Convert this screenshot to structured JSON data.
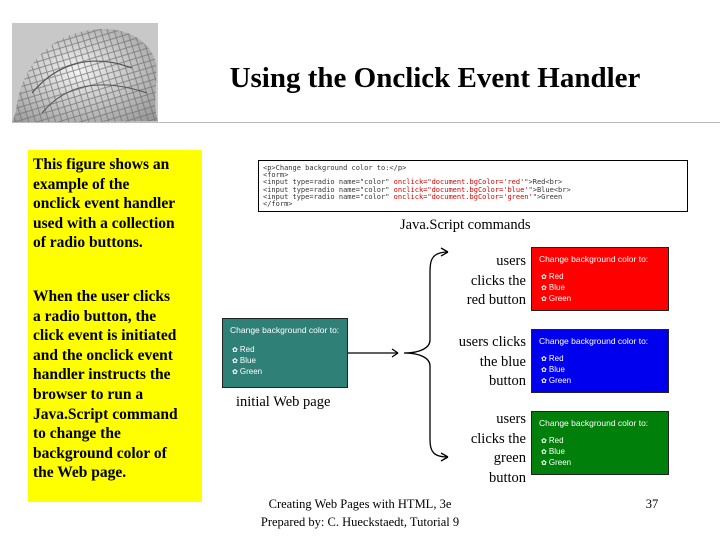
{
  "slide": {
    "title": "Using the Onclick Event Handler",
    "logo_icon": "crumpled-net-logo",
    "bullets": [
      "This figure shows an\nexample of the\nonclick event handler\nused with a collection\nof radio buttons.",
      "When the user clicks\na radio button, the\nclick event is initiated\nand the onclick event\nhandler instructs the\nbrowser to run a\nJava.Script command\nto change the\nbackground color of\nthe Web page."
    ],
    "panel_color": "#ffff00"
  },
  "figure": {
    "code_lines": [
      {
        "pre": "<p>Change background color to:</p>",
        "hl": ""
      },
      {
        "pre": "<form>",
        "hl": ""
      },
      {
        "pre": "<input type=radio name=\"color\" ",
        "hl": "onclick=\"document.bgColor='red'\"",
        "post": ">Red<br>"
      },
      {
        "pre": "<input type=radio name=\"color\" ",
        "hl": "onclick=\"document.bgColor='blue'\"",
        "post": ">Blue<br>"
      },
      {
        "pre": "<input type=radio name=\"color\" ",
        "hl": "onclick=\"document.bgColor='green'\"",
        "post": ">Green"
      },
      {
        "pre": "</form>",
        "hl": ""
      }
    ],
    "code_caption": "Java.Script commands",
    "initial_caption": "initial Web page",
    "initial_page": {
      "heading": "Change background color to:",
      "options": [
        "Red",
        "Blue",
        "Green"
      ],
      "color": "#2f8077"
    },
    "result_pages": [
      {
        "label": "users\nclicks the\nred button",
        "heading": "Change background color to:",
        "options": [
          "Red",
          "Blue",
          "Green"
        ],
        "color": "#ff0000"
      },
      {
        "label": "users clicks\nthe blue\nbutton",
        "heading": "Change background color to:",
        "options": [
          "Red",
          "Blue",
          "Green"
        ],
        "color": "#0000ee"
      },
      {
        "label": "users\nclicks the\ngreen\nbutton",
        "heading": "Change background color to:",
        "options": [
          "Red",
          "Blue",
          "Green"
        ],
        "color": "#00800a"
      }
    ]
  },
  "footer": {
    "line1": "Creating Web Pages with HTML, 3e",
    "line2": "Prepared by: C. Hueckstaedt, Tutorial 9",
    "page_number": "37"
  }
}
